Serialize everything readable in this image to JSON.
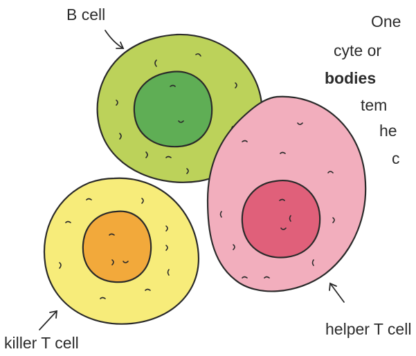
{
  "labels": {
    "b_cell": "B cell",
    "helper_t_cell": "helper T cell",
    "killer_t_cell": "killer T cell"
  },
  "clipped_text": [
    "One",
    "cyte or",
    "bodies",
    "tem",
    "he",
    "c"
  ],
  "colors": {
    "b_cell_body": "#bcd25a",
    "b_cell_nucleus": "#5fae55",
    "helper_body": "#f2aebd",
    "helper_nucleus": "#e0607a",
    "killer_body": "#f7ec7a",
    "killer_nucleus": "#f2a93b",
    "outline": "#2a2a2a"
  }
}
